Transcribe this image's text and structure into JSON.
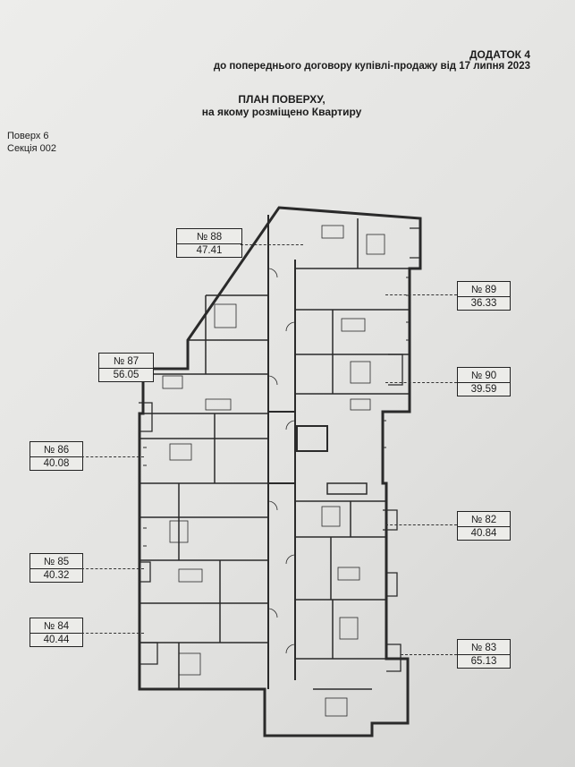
{
  "header": {
    "appendix": "ДОДАТОК 4",
    "contract": "до попереднього договору купівлі-продажу від 17 липня 2023"
  },
  "title": {
    "line1": "ПЛАН ПОВЕРХУ,",
    "line2": "на якому розміщено Квартиру"
  },
  "meta": {
    "floor": "Поверх 6",
    "section": "Секція 002"
  },
  "apartments": [
    {
      "id": "88",
      "number": "№ 88",
      "area": "47.41"
    },
    {
      "id": "87",
      "number": "№ 87",
      "area": "56.05"
    },
    {
      "id": "86",
      "number": "№ 86",
      "area": "40.08"
    },
    {
      "id": "85",
      "number": "№ 85",
      "area": "40.32"
    },
    {
      "id": "84",
      "number": "№ 84",
      "area": "40.44"
    },
    {
      "id": "89",
      "number": "№ 89",
      "area": "36.33"
    },
    {
      "id": "90",
      "number": "№ 90",
      "area": "39.59"
    },
    {
      "id": "82",
      "number": "№ 82",
      "area": "40.84"
    },
    {
      "id": "83",
      "number": "№ 83",
      "area": "65.13"
    }
  ]
}
